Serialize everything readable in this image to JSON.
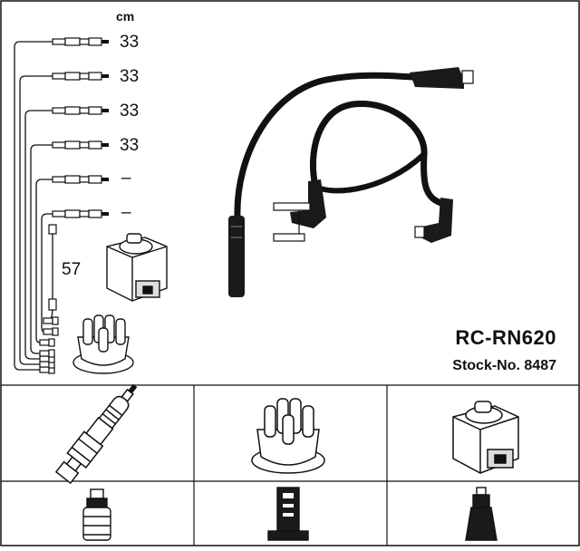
{
  "diagram": {
    "unit_label": "cm",
    "lead_lengths": [
      "33",
      "33",
      "33",
      "33",
      "–",
      "–"
    ],
    "coil_lead_length": "57",
    "product_title": "RC-RN620",
    "stock_number": "Stock-No. 8487"
  },
  "parts_grid": {
    "row1": [
      "spark-plug-icon",
      "distributor-cap-icon",
      "ignition-coil-icon"
    ],
    "row2": [
      "plug-connector-straight-icon",
      "distributor-connector-icon",
      "coil-connector-icon"
    ]
  },
  "colors": {
    "line": "#111111",
    "fill": "#ffffff",
    "dark": "#1a1a1a"
  }
}
